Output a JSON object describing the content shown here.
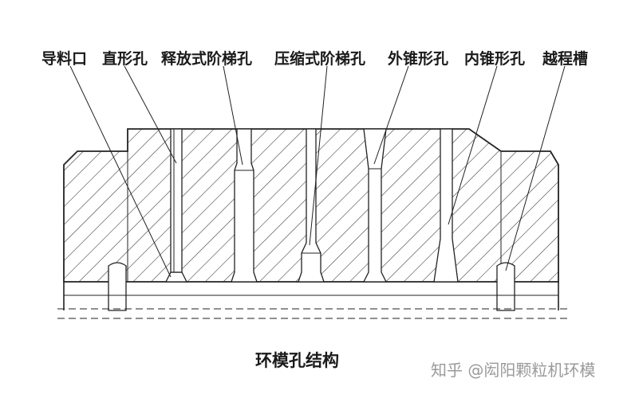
{
  "labels": {
    "feed_inlet": "导料口",
    "straight_hole": "直形孔",
    "release_stepped_hole": "释放式阶梯孔",
    "compression_stepped_hole": "压缩式阶梯孔",
    "outer_taper_hole": "外锥形孔",
    "inner_taper_hole": "内锥形孔",
    "relief_groove": "越程槽"
  },
  "caption": "环模孔结构",
  "watermark": "知乎 @闳阳颗粒机环模"
}
